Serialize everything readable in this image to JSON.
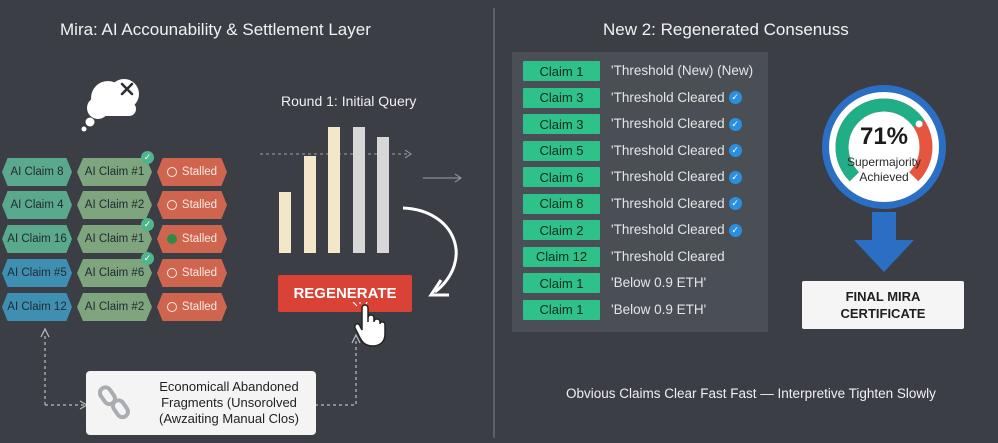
{
  "left": {
    "title": "Mira: AI Accounability & Settlement Layer",
    "round_title": "Round 1: Initial Query",
    "regen_label": "REGENERATE",
    "fragments_text": [
      "Economicall Abandoned",
      "Fragments (Unsorolved",
      "(Awzaiting Manual Clos)"
    ],
    "col1": [
      "AI Claim 8",
      "AI Claim 4",
      "AI Claim 16",
      "AI Claim #5",
      "AI Claim 12"
    ],
    "col2": [
      "AI Claim #1",
      "AI Claim #2",
      "AI Claim #1",
      "AI Claim #6",
      "AI Claim #2"
    ],
    "col3": [
      "Stalled",
      "Stalled",
      "Stalled",
      "Stalled",
      "Stalled"
    ],
    "bars": [
      0.45,
      0.72,
      0.93,
      0.93,
      0.86
    ],
    "bar_colors": [
      "#f4e6c8",
      "#f4e6c8",
      "#f4e6c8",
      "#d7d7d7",
      "#d7d7d7"
    ]
  },
  "right": {
    "title": "New 2: Regenerated Consenuss",
    "rows": [
      {
        "label": "Claim 1",
        "text": "'Threshold (New) (New)",
        "check": false
      },
      {
        "label": "Claim 3",
        "text": "'Threshold Cleared",
        "check": true
      },
      {
        "label": "Claim 3",
        "text": "'Threshold Cleared",
        "check": true
      },
      {
        "label": "Claim 5",
        "text": "'Threshold Cleared",
        "check": true
      },
      {
        "label": "Claim 6",
        "text": "'Threshold Cleared",
        "check": true
      },
      {
        "label": "Claim 8",
        "text": "'Threshold Cleared",
        "check": true
      },
      {
        "label": "Claim 2",
        "text": "'Threshold Cleared",
        "check": true
      },
      {
        "label": "Claim 12",
        "text": "'Threshold Cleared",
        "check": false
      },
      {
        "label": "Claim 1",
        "text": "'Below 0.9 ETH'",
        "check": false
      },
      {
        "label": "Claim 1",
        "text": "'Below 0.9 ETH'",
        "check": false
      }
    ],
    "gauge_value": "71%",
    "gauge_fraction": 0.71,
    "gauge_caption_1": "Supermajority",
    "gauge_caption_2": "Achieved",
    "cert_line_1": "FINAL MIRA",
    "cert_line_2": "CERTIFICATE",
    "caption": "Obvious Claims Clear Fast Fast — Interpretive Tighten Slowly"
  },
  "colors": {
    "background": "#3b3f45",
    "claim_green": "#2fc18a",
    "regen_red": "#d94234",
    "arrow_blue": "#2a6fc4",
    "gauge_green": "#1fae85",
    "gauge_red": "#e4563f"
  }
}
